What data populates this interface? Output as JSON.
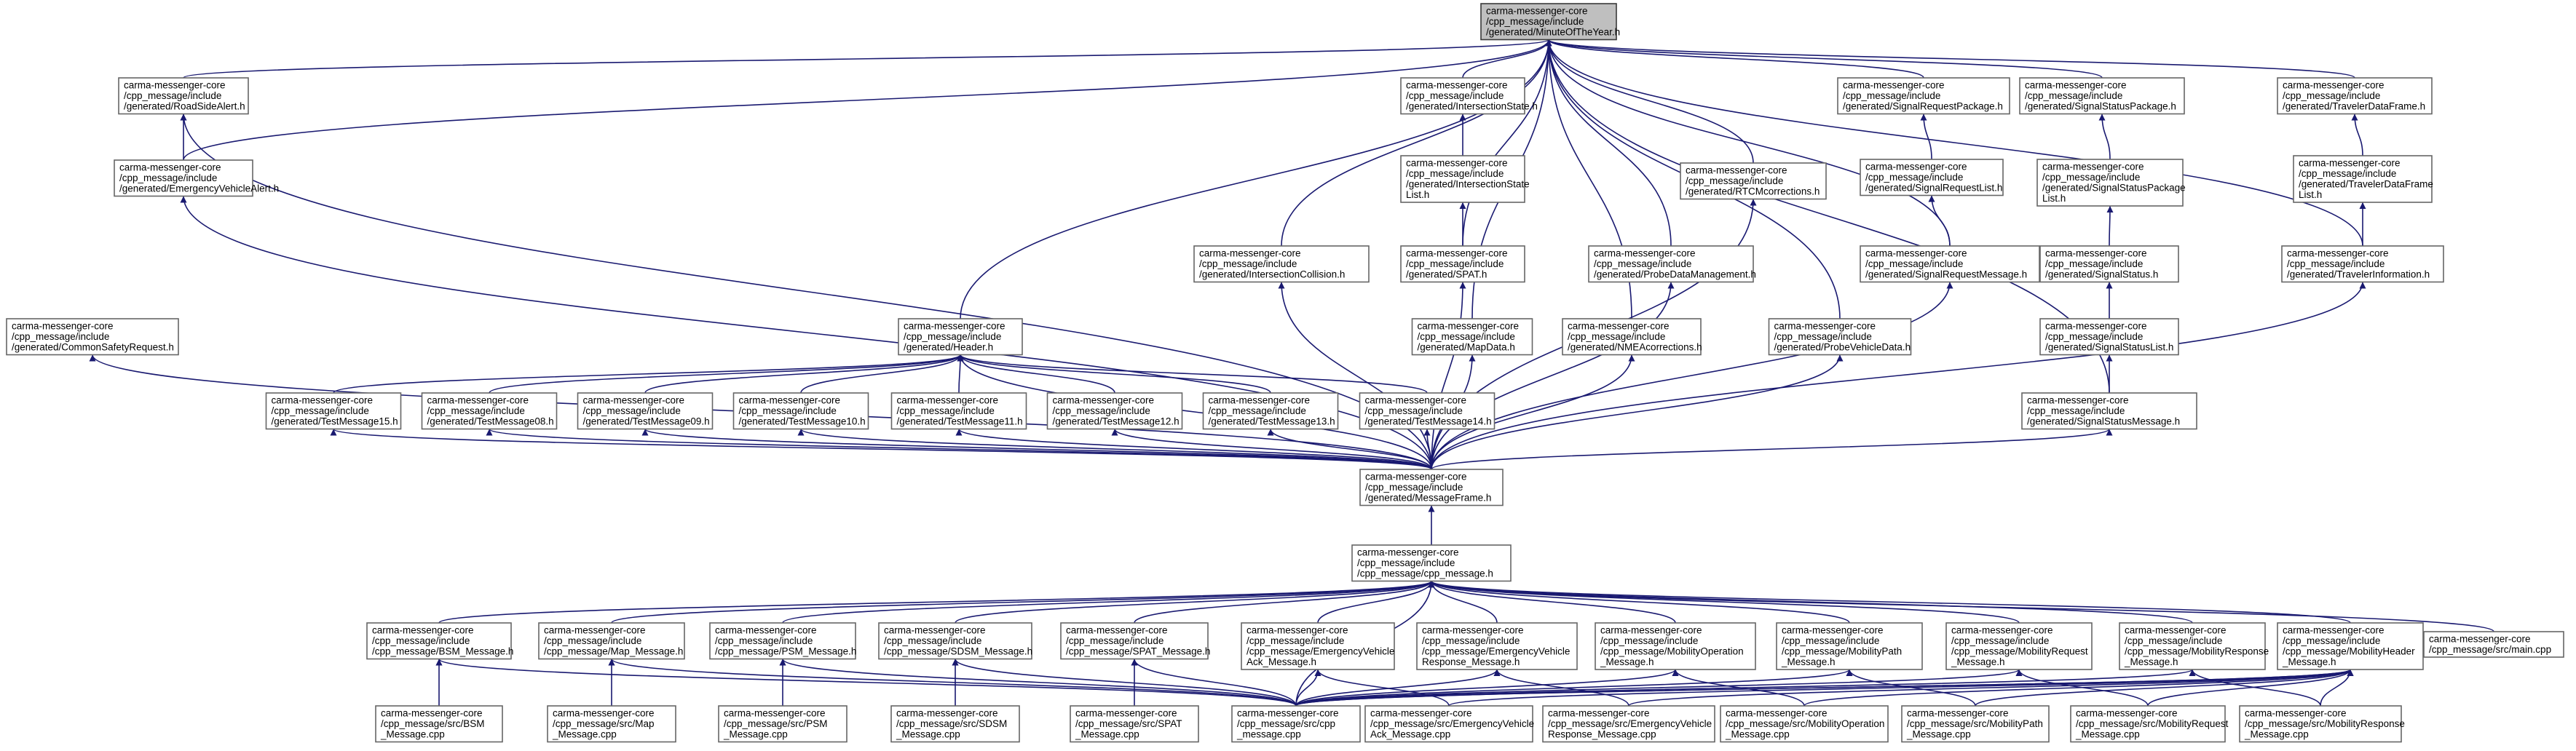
{
  "graph": {
    "nodes": [
      {
        "id": "moy",
        "label": [
          "carma-messenger-core",
          "/cpp_message/include",
          "/generated/MinuteOfTheYear.h"
        ],
        "root": true
      },
      {
        "id": "rsa",
        "label": [
          "carma-messenger-core",
          "/cpp_message/include",
          "/generated/RoadSideAlert.h"
        ]
      },
      {
        "id": "eva",
        "label": [
          "carma-messenger-core",
          "/cpp_message/include",
          "/generated/EmergencyVehicleAlert.h"
        ]
      },
      {
        "id": "csr",
        "label": [
          "carma-messenger-core",
          "/cpp_message/include",
          "/generated/CommonSafetyRequest.h"
        ]
      },
      {
        "id": "ist",
        "label": [
          "carma-messenger-core",
          "/cpp_message/include",
          "/generated/IntersectionState.h"
        ]
      },
      {
        "id": "isl",
        "label": [
          "carma-messenger-core",
          "/cpp_message/include",
          "/generated/IntersectionState",
          "List.h"
        ]
      },
      {
        "id": "spat",
        "label": [
          "carma-messenger-core",
          "/cpp_message/include",
          "/generated/SPAT.h"
        ]
      },
      {
        "id": "icol",
        "label": [
          "carma-messenger-core",
          "/cpp_message/include",
          "/generated/IntersectionCollision.h"
        ]
      },
      {
        "id": "hdr",
        "label": [
          "carma-messenger-core",
          "/cpp_message/include",
          "/generated/Header.h"
        ]
      },
      {
        "id": "tm15",
        "label": [
          "carma-messenger-core",
          "/cpp_message/include",
          "/generated/TestMessage15.h"
        ]
      },
      {
        "id": "tm08",
        "label": [
          "carma-messenger-core",
          "/cpp_message/include",
          "/generated/TestMessage08.h"
        ]
      },
      {
        "id": "tm09",
        "label": [
          "carma-messenger-core",
          "/cpp_message/include",
          "/generated/TestMessage09.h"
        ]
      },
      {
        "id": "tm10",
        "label": [
          "carma-messenger-core",
          "/cpp_message/include",
          "/generated/TestMessage10.h"
        ]
      },
      {
        "id": "tm11",
        "label": [
          "carma-messenger-core",
          "/cpp_message/include",
          "/generated/TestMessage11.h"
        ]
      },
      {
        "id": "tm12",
        "label": [
          "carma-messenger-core",
          "/cpp_message/include",
          "/generated/TestMessage12.h"
        ]
      },
      {
        "id": "tm13",
        "label": [
          "carma-messenger-core",
          "/cpp_message/include",
          "/generated/TestMessage13.h"
        ]
      },
      {
        "id": "tm14",
        "label": [
          "carma-messenger-core",
          "/cpp_message/include",
          "/generated/TestMessage14.h"
        ]
      },
      {
        "id": "map",
        "label": [
          "carma-messenger-core",
          "/cpp_message/include",
          "/generated/MapData.h"
        ]
      },
      {
        "id": "pdm",
        "label": [
          "carma-messenger-core",
          "/cpp_message/include",
          "/generated/ProbeDataManagement.h"
        ]
      },
      {
        "id": "nmea",
        "label": [
          "carma-messenger-core",
          "/cpp_message/include",
          "/generated/NMEAcorrections.h"
        ]
      },
      {
        "id": "rtcm",
        "label": [
          "carma-messenger-core",
          "/cpp_message/include",
          "/generated/RTCMcorrections.h"
        ]
      },
      {
        "id": "pvd",
        "label": [
          "carma-messenger-core",
          "/cpp_message/include",
          "/generated/ProbeVehicleData.h"
        ]
      },
      {
        "id": "srp",
        "label": [
          "carma-messenger-core",
          "/cpp_message/include",
          "/generated/SignalRequestPackage.h"
        ]
      },
      {
        "id": "srl",
        "label": [
          "carma-messenger-core",
          "/cpp_message/include",
          "/generated/SignalRequestList.h"
        ]
      },
      {
        "id": "srm",
        "label": [
          "carma-messenger-core",
          "/cpp_message/include",
          "/generated/SignalRequestMessage.h"
        ]
      },
      {
        "id": "ssp",
        "label": [
          "carma-messenger-core",
          "/cpp_message/include",
          "/generated/SignalStatusPackage.h"
        ]
      },
      {
        "id": "sspl",
        "label": [
          "carma-messenger-core",
          "/cpp_message/include",
          "/generated/SignalStatusPackage",
          "List.h"
        ]
      },
      {
        "id": "ss",
        "label": [
          "carma-messenger-core",
          "/cpp_message/include",
          "/generated/SignalStatus.h"
        ]
      },
      {
        "id": "ssl",
        "label": [
          "carma-messenger-core",
          "/cpp_message/include",
          "/generated/SignalStatusList.h"
        ]
      },
      {
        "id": "ssm",
        "label": [
          "carma-messenger-core",
          "/cpp_message/include",
          "/generated/SignalStatusMessage.h"
        ]
      },
      {
        "id": "tdf",
        "label": [
          "carma-messenger-core",
          "/cpp_message/include",
          "/generated/TravelerDataFrame.h"
        ]
      },
      {
        "id": "tdfl",
        "label": [
          "carma-messenger-core",
          "/cpp_message/include",
          "/generated/TravelerDataFrame",
          "List.h"
        ]
      },
      {
        "id": "tinf",
        "label": [
          "carma-messenger-core",
          "/cpp_message/include",
          "/generated/TravelerInformation.h"
        ]
      },
      {
        "id": "mf",
        "label": [
          "carma-messenger-core",
          "/cpp_message/include",
          "/generated/MessageFrame.h"
        ]
      },
      {
        "id": "cppm",
        "label": [
          "carma-messenger-core",
          "/cpp_message/include",
          "/cpp_message/cpp_message.h"
        ]
      },
      {
        "id": "bsmh",
        "label": [
          "carma-messenger-core",
          "/cpp_message/include",
          "/cpp_message/BSM_Message.h"
        ]
      },
      {
        "id": "maph",
        "label": [
          "carma-messenger-core",
          "/cpp_message/include",
          "/cpp_message/Map_Message.h"
        ]
      },
      {
        "id": "psmh",
        "label": [
          "carma-messenger-core",
          "/cpp_message/include",
          "/cpp_message/PSM_Message.h"
        ]
      },
      {
        "id": "sdsmh",
        "label": [
          "carma-messenger-core",
          "/cpp_message/include",
          "/cpp_message/SDSM_Message.h"
        ]
      },
      {
        "id": "spath",
        "label": [
          "carma-messenger-core",
          "/cpp_message/include",
          "/cpp_message/SPAT_Message.h"
        ]
      },
      {
        "id": "evah",
        "label": [
          "carma-messenger-core",
          "/cpp_message/include",
          "/cpp_message/EmergencyVehicle",
          "Ack_Message.h"
        ]
      },
      {
        "id": "evrh",
        "label": [
          "carma-messenger-core",
          "/cpp_message/include",
          "/cpp_message/EmergencyVehicle",
          "Response_Message.h"
        ]
      },
      {
        "id": "moph",
        "label": [
          "carma-messenger-core",
          "/cpp_message/include",
          "/cpp_message/MobilityOperation",
          "_Message.h"
        ]
      },
      {
        "id": "mpathh",
        "label": [
          "carma-messenger-core",
          "/cpp_message/include",
          "/cpp_message/MobilityPath",
          "_Message.h"
        ]
      },
      {
        "id": "mreqh",
        "label": [
          "carma-messenger-core",
          "/cpp_message/include",
          "/cpp_message/MobilityRequest",
          "_Message.h"
        ]
      },
      {
        "id": "mresh",
        "label": [
          "carma-messenger-core",
          "/cpp_message/include",
          "/cpp_message/MobilityResponse",
          "_Message.h"
        ]
      },
      {
        "id": "mhdrh",
        "label": [
          "carma-messenger-core",
          "/cpp_message/include",
          "/cpp_message/MobilityHeader",
          "_Message.h"
        ]
      },
      {
        "id": "maincpp",
        "label": [
          "carma-messenger-core",
          "/cpp_message/src/main.cpp"
        ]
      },
      {
        "id": "bsmcpp",
        "label": [
          "carma-messenger-core",
          "/cpp_message/src/BSM",
          "_Message.cpp"
        ]
      },
      {
        "id": "mapcpp",
        "label": [
          "carma-messenger-core",
          "/cpp_message/src/Map",
          "_Message.cpp"
        ]
      },
      {
        "id": "psmcpp",
        "label": [
          "carma-messenger-core",
          "/cpp_message/src/PSM",
          "_Message.cpp"
        ]
      },
      {
        "id": "sdsmcpp",
        "label": [
          "carma-messenger-core",
          "/cpp_message/src/SDSM",
          "_Message.cpp"
        ]
      },
      {
        "id": "spatcpp",
        "label": [
          "carma-messenger-core",
          "/cpp_message/src/SPAT",
          "_Message.cpp"
        ]
      },
      {
        "id": "cppcpp",
        "label": [
          "carma-messenger-core",
          "/cpp_message/src/cpp",
          "_message.cpp"
        ]
      },
      {
        "id": "evacpp",
        "label": [
          "carma-messenger-core",
          "/cpp_message/src/EmergencyVehicle",
          "Ack_Message.cpp"
        ]
      },
      {
        "id": "evrcpp",
        "label": [
          "carma-messenger-core",
          "/cpp_message/src/EmergencyVehicle",
          "Response_Message.cpp"
        ]
      },
      {
        "id": "mopcpp",
        "label": [
          "carma-messenger-core",
          "/cpp_message/src/MobilityOperation",
          "_Message.cpp"
        ]
      },
      {
        "id": "mpathcpp",
        "label": [
          "carma-messenger-core",
          "/cpp_message/src/MobilityPath",
          "_Message.cpp"
        ]
      },
      {
        "id": "mreqcpp",
        "label": [
          "carma-messenger-core",
          "/cpp_message/src/MobilityRequest",
          "_Message.cpp"
        ]
      },
      {
        "id": "mrescpp",
        "label": [
          "carma-messenger-core",
          "/cpp_message/src/MobilityResponse",
          "_Message.cpp"
        ]
      }
    ],
    "edges": [
      [
        "rsa",
        "moy"
      ],
      [
        "eva",
        "moy"
      ],
      [
        "eva",
        "rsa"
      ],
      [
        "hdr",
        "moy"
      ],
      [
        "ist",
        "moy"
      ],
      [
        "isl",
        "ist"
      ],
      [
        "spat",
        "isl"
      ],
      [
        "spat",
        "moy"
      ],
      [
        "icol",
        "moy"
      ],
      [
        "map",
        "moy"
      ],
      [
        "nmea",
        "moy"
      ],
      [
        "pdm",
        "moy"
      ],
      [
        "rtcm",
        "moy"
      ],
      [
        "pvd",
        "moy"
      ],
      [
        "srp",
        "moy"
      ],
      [
        "srl",
        "srp"
      ],
      [
        "srm",
        "srl"
      ],
      [
        "srm",
        "moy"
      ],
      [
        "ssp",
        "moy"
      ],
      [
        "sspl",
        "ssp"
      ],
      [
        "ss",
        "sspl"
      ],
      [
        "ssl",
        "ss"
      ],
      [
        "ssm",
        "ssl"
      ],
      [
        "ssm",
        "moy"
      ],
      [
        "tdf",
        "moy"
      ],
      [
        "tdfl",
        "tdf"
      ],
      [
        "tinf",
        "tdfl"
      ],
      [
        "tinf",
        "moy"
      ],
      [
        "tm15",
        "hdr"
      ],
      [
        "tm08",
        "hdr"
      ],
      [
        "tm09",
        "hdr"
      ],
      [
        "tm10",
        "hdr"
      ],
      [
        "tm11",
        "hdr"
      ],
      [
        "tm12",
        "hdr"
      ],
      [
        "tm13",
        "hdr"
      ],
      [
        "tm14",
        "hdr"
      ],
      [
        "mf",
        "csr"
      ],
      [
        "mf",
        "eva"
      ],
      [
        "mf",
        "rsa"
      ],
      [
        "mf",
        "tm15"
      ],
      [
        "mf",
        "tm08"
      ],
      [
        "mf",
        "tm09"
      ],
      [
        "mf",
        "tm10"
      ],
      [
        "mf",
        "tm11"
      ],
      [
        "mf",
        "tm12"
      ],
      [
        "mf",
        "tm13"
      ],
      [
        "mf",
        "tm14"
      ],
      [
        "mf",
        "hdr"
      ],
      [
        "mf",
        "icol"
      ],
      [
        "mf",
        "spat"
      ],
      [
        "mf",
        "map"
      ],
      [
        "mf",
        "nmea"
      ],
      [
        "mf",
        "pdm"
      ],
      [
        "mf",
        "pvd"
      ],
      [
        "mf",
        "rtcm"
      ],
      [
        "mf",
        "srm"
      ],
      [
        "mf",
        "ssm"
      ],
      [
        "mf",
        "tinf"
      ],
      [
        "cppm",
        "mf"
      ],
      [
        "bsmh",
        "cppm"
      ],
      [
        "maph",
        "cppm"
      ],
      [
        "psmh",
        "cppm"
      ],
      [
        "sdsmh",
        "cppm"
      ],
      [
        "spath",
        "cppm"
      ],
      [
        "evah",
        "cppm"
      ],
      [
        "evrh",
        "cppm"
      ],
      [
        "moph",
        "cppm"
      ],
      [
        "mpathh",
        "cppm"
      ],
      [
        "mreqh",
        "cppm"
      ],
      [
        "mresh",
        "cppm"
      ],
      [
        "mhdrh",
        "cppm"
      ],
      [
        "maincpp",
        "cppm"
      ],
      [
        "cppcpp",
        "cppm"
      ],
      [
        "bsmcpp",
        "bsmh"
      ],
      [
        "mapcpp",
        "maph"
      ],
      [
        "psmcpp",
        "psmh"
      ],
      [
        "sdsmcpp",
        "sdsmh"
      ],
      [
        "spatcpp",
        "spath"
      ],
      [
        "cppcpp",
        "bsmh"
      ],
      [
        "cppcpp",
        "maph"
      ],
      [
        "cppcpp",
        "psmh"
      ],
      [
        "cppcpp",
        "sdsmh"
      ],
      [
        "cppcpp",
        "spath"
      ],
      [
        "cppcpp",
        "evah"
      ],
      [
        "cppcpp",
        "evrh"
      ],
      [
        "cppcpp",
        "moph"
      ],
      [
        "cppcpp",
        "mpathh"
      ],
      [
        "cppcpp",
        "mreqh"
      ],
      [
        "cppcpp",
        "mresh"
      ],
      [
        "cppcpp",
        "mhdrh"
      ],
      [
        "evacpp",
        "evah"
      ],
      [
        "evrcpp",
        "evrh"
      ],
      [
        "mopcpp",
        "moph"
      ],
      [
        "mpathcpp",
        "mpathh"
      ],
      [
        "mreqcpp",
        "mreqh"
      ],
      [
        "mrescpp",
        "mresh"
      ],
      [
        "mopcpp",
        "mhdrh"
      ],
      [
        "mpathcpp",
        "mhdrh"
      ],
      [
        "mreqcpp",
        "mhdrh"
      ],
      [
        "mrescpp",
        "mhdrh"
      ],
      [
        "evacpp",
        "mhdrh"
      ],
      [
        "evrcpp",
        "mhdrh"
      ],
      [
        "cppcpp",
        "mhdrh"
      ]
    ]
  }
}
